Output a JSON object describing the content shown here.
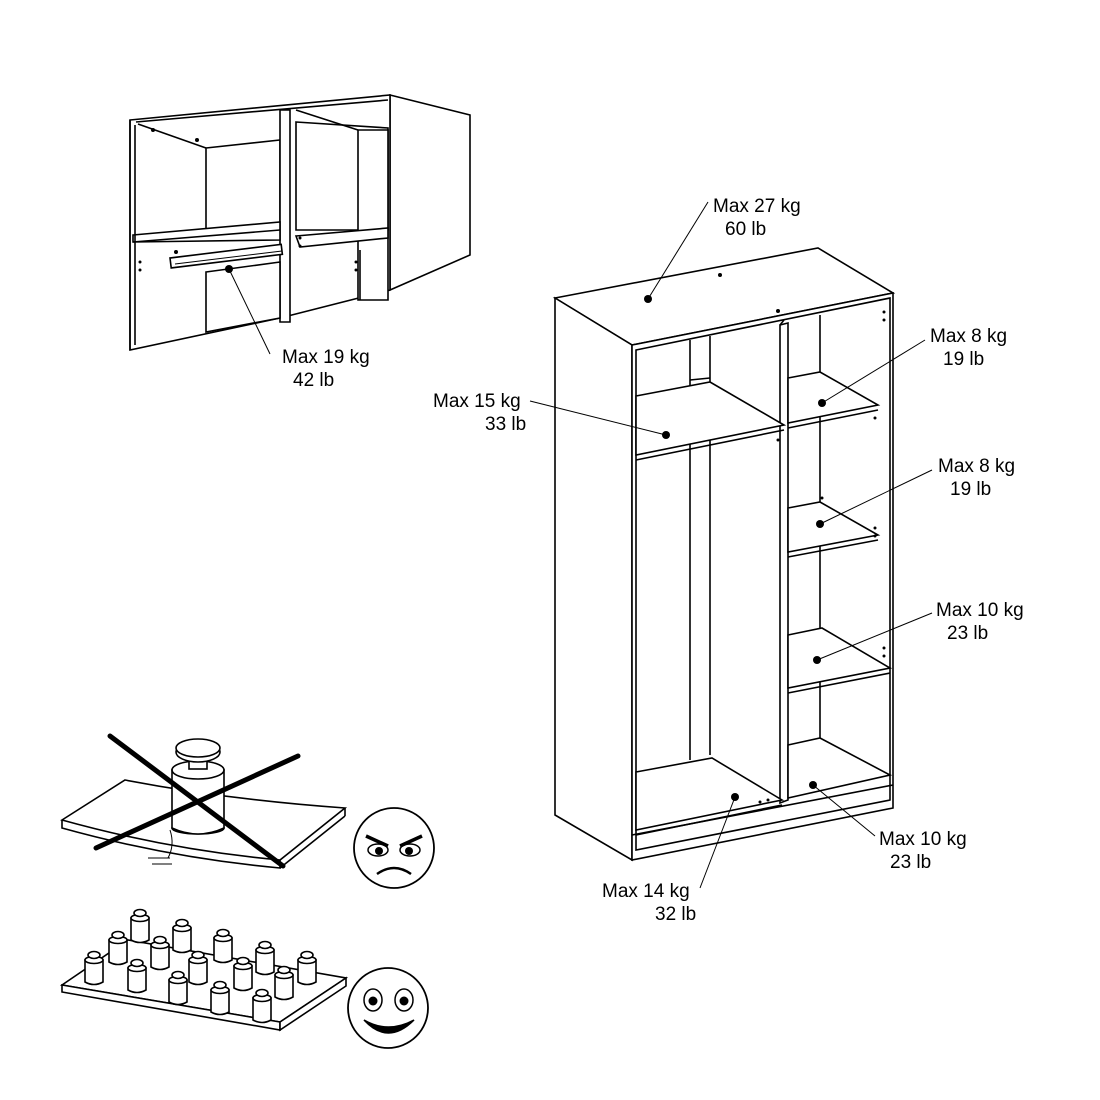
{
  "labels": {
    "rail": {
      "kg": "Max 19 kg",
      "lb": "42 lb"
    },
    "top": {
      "kg": "Max 27 kg",
      "lb": "60 lb"
    },
    "left_shelf": {
      "kg": "Max 15 kg",
      "lb": "33 lb"
    },
    "right_shelf_1": {
      "kg": "Max 8 kg",
      "lb": "19 lb"
    },
    "right_shelf_2": {
      "kg": "Max 8 kg",
      "lb": "19 lb"
    },
    "right_shelf_3": {
      "kg": "Max 10 kg",
      "lb": "23 lb"
    },
    "right_bottom": {
      "kg": "Max 10 kg",
      "lb": "23 lb"
    },
    "left_bottom": {
      "kg": "Max 14 kg",
      "lb": "32 lb"
    }
  },
  "guidance": {
    "wrong": {
      "icon": "angry-face-icon",
      "symbol": "cross-out-icon"
    },
    "right": {
      "icon": "happy-face-icon"
    }
  }
}
